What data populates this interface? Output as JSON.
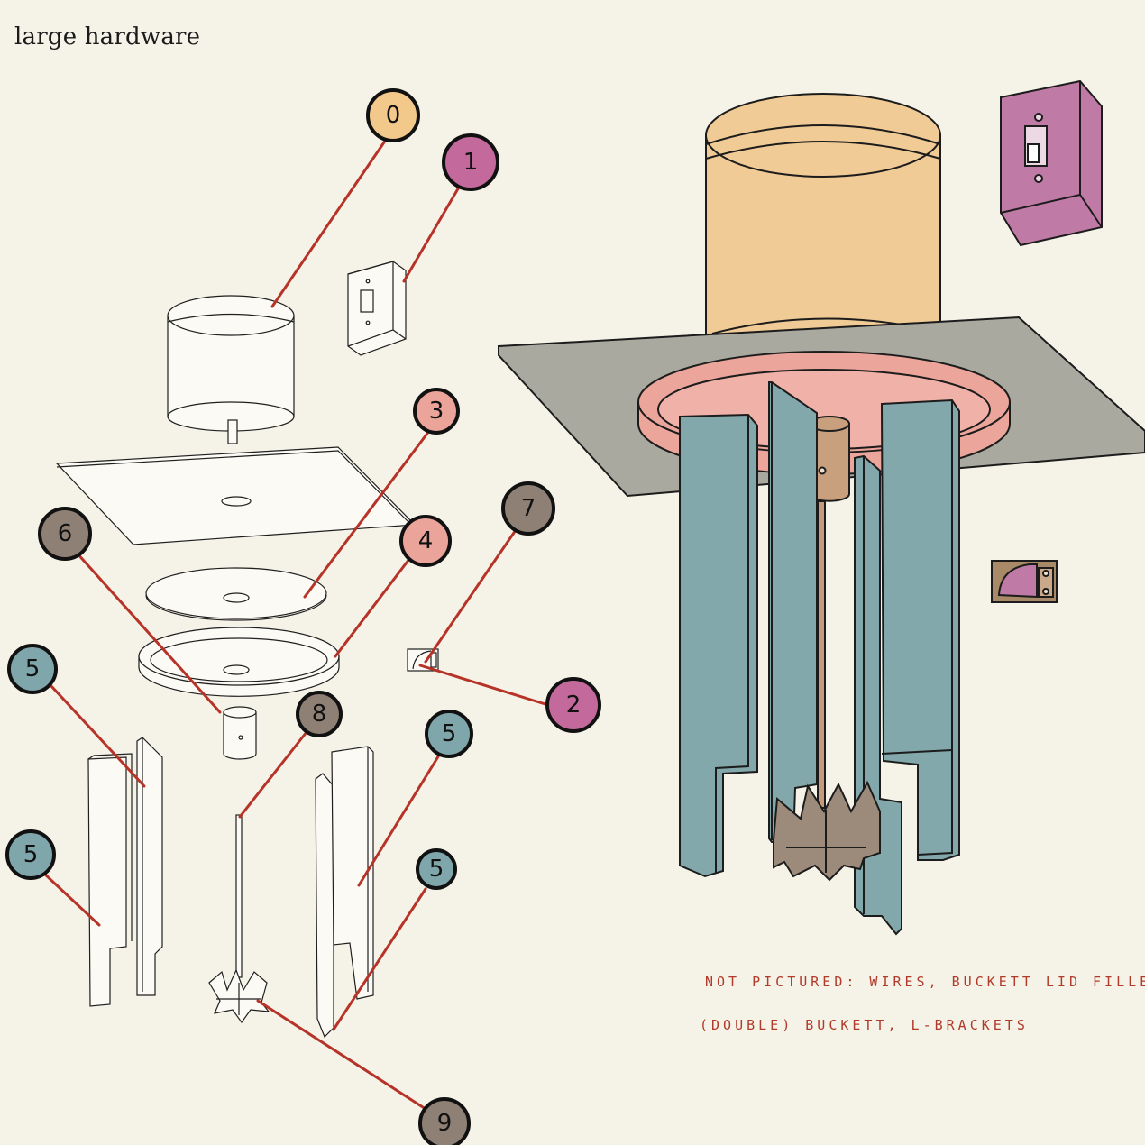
{
  "title": "large hardware",
  "notes": {
    "line1": "NOT PICTURED: WIRES, BUCKETT LID FILLE",
    "line2": "(DOUBLE) BUCKETT, L-BRACKETS"
  },
  "callouts": [
    {
      "id": "0",
      "label": "0",
      "color": "#f2c98a"
    },
    {
      "id": "1",
      "label": "1",
      "color": "#c4699b"
    },
    {
      "id": "2",
      "label": "2",
      "color": "#c4699b"
    },
    {
      "id": "3",
      "label": "3",
      "color": "#eaa49a"
    },
    {
      "id": "4",
      "label": "4",
      "color": "#eaa49a"
    },
    {
      "id": "5a",
      "label": "5",
      "color": "#7fa6ab"
    },
    {
      "id": "5b",
      "label": "5",
      "color": "#7fa6ab"
    },
    {
      "id": "5c",
      "label": "5",
      "color": "#7fa6ab"
    },
    {
      "id": "5d",
      "label": "5",
      "color": "#7fa6ab"
    },
    {
      "id": "6",
      "label": "6",
      "color": "#8f8075"
    },
    {
      "id": "7",
      "label": "7",
      "color": "#8f8075"
    },
    {
      "id": "8",
      "label": "8",
      "color": "#8f8075"
    },
    {
      "id": "9",
      "label": "9",
      "color": "#8f8075"
    }
  ],
  "colors": {
    "background": "#f5f3e8",
    "leader_line": "#b73328",
    "bucket": "#f0cb96",
    "switch": "#c07aa6",
    "plate": "#a9a99f",
    "ring": "#eba59b",
    "panel": "#83a8ab",
    "shaft": "#c9a07e",
    "paddle": "#9c8a7b",
    "bracket": "#a98a68",
    "note_text": "#b23a2a"
  }
}
